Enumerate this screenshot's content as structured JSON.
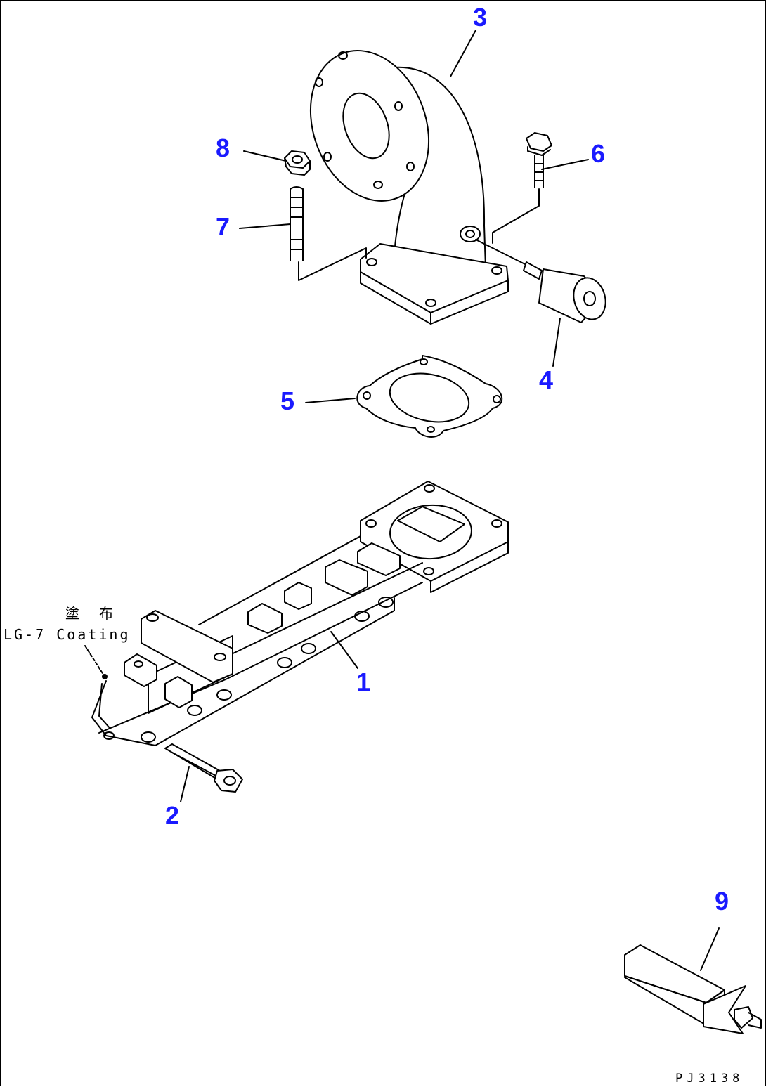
{
  "diagram": {
    "callouts": [
      {
        "id": "1",
        "label": "1"
      },
      {
        "id": "2",
        "label": "2"
      },
      {
        "id": "3",
        "label": "3"
      },
      {
        "id": "4",
        "label": "4"
      },
      {
        "id": "5",
        "label": "5"
      },
      {
        "id": "6",
        "label": "6"
      },
      {
        "id": "7",
        "label": "7"
      },
      {
        "id": "8",
        "label": "8"
      },
      {
        "id": "9",
        "label": "9"
      }
    ],
    "coating_note_jp": "塗 布",
    "coating_note_en": "LG-7 Coating",
    "drawing_code": "PJ3138"
  },
  "colors": {
    "callout": "#1a1aff",
    "line": "#000000",
    "background": "#ffffff"
  }
}
